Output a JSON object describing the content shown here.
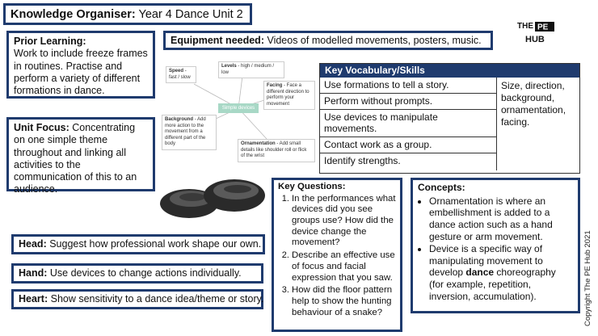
{
  "title": {
    "label": "Knowledge Organiser:",
    "text": "Year 4 Dance Unit 2"
  },
  "prior_learning": {
    "label": "Prior Learning:",
    "text": "Work to include freeze frames in routines. Practise and perform a variety of different formations in dance."
  },
  "unit_focus": {
    "label": "Unit Focus:",
    "text": "Concentrating on one simple theme throughout and linking all activities to the communication of this to an audience."
  },
  "equipment": {
    "label": "Equipment needed:",
    "text": "Videos of modelled movements, posters, music."
  },
  "logo": {
    "line1": "THE",
    "line2": "PE",
    "line3": "HUB"
  },
  "mind_map": {
    "center": "Simple devices",
    "nodes": [
      {
        "label": "Speed",
        "text": "- fast / slow"
      },
      {
        "label": "Levels",
        "text": "- high / medium / low"
      },
      {
        "label": "Facing",
        "text": "- Face a different direction to perform your movement"
      },
      {
        "label": "Background",
        "text": "- Add more action to the movement from a different part of the body"
      },
      {
        "label": "Ornamentation",
        "text": "- Add small details like shoulder roll or flick of the wrist"
      }
    ]
  },
  "vocab": {
    "header": "Key Vocabulary/Skills",
    "rows": [
      "Use formations to tell a story.",
      "Perform without prompts.",
      "Use devices to manipulate movements.",
      "Contact work as a group.",
      "Identify strengths."
    ],
    "side": "Size, direction, background, ornamentation, facing."
  },
  "head": {
    "label": "Head:",
    "text": "Suggest how professional work shape our own."
  },
  "hand": {
    "label": "Hand:",
    "text": "Use devices to change actions individually."
  },
  "heart": {
    "label": "Heart:",
    "text": "Show sensitivity to a dance idea/theme or story."
  },
  "key_questions": {
    "label": "Key Questions:",
    "items": [
      "In the performances what devices did you see groups use? How did the device change the movement?",
      "Describe an effective use of focus and facial expression that you saw.",
      "How did the floor pattern help to show the hunting behaviour of a snake?"
    ]
  },
  "concepts": {
    "label": "Concepts:",
    "item1": "Ornamentation is where an embellishment is added to a dance action such as a hand gesture or arm movement.",
    "item2_before": "Device is a specific way of manipulating movement to develop",
    "item2_bold": "dance",
    "item2_after": "choreography (for example, repetition, inversion, accumulation)."
  },
  "copyright": "Copyright The PE Hub 2021",
  "colors": {
    "accent": "#1f3b6e",
    "mindmap_center": "#a8d8c6"
  }
}
